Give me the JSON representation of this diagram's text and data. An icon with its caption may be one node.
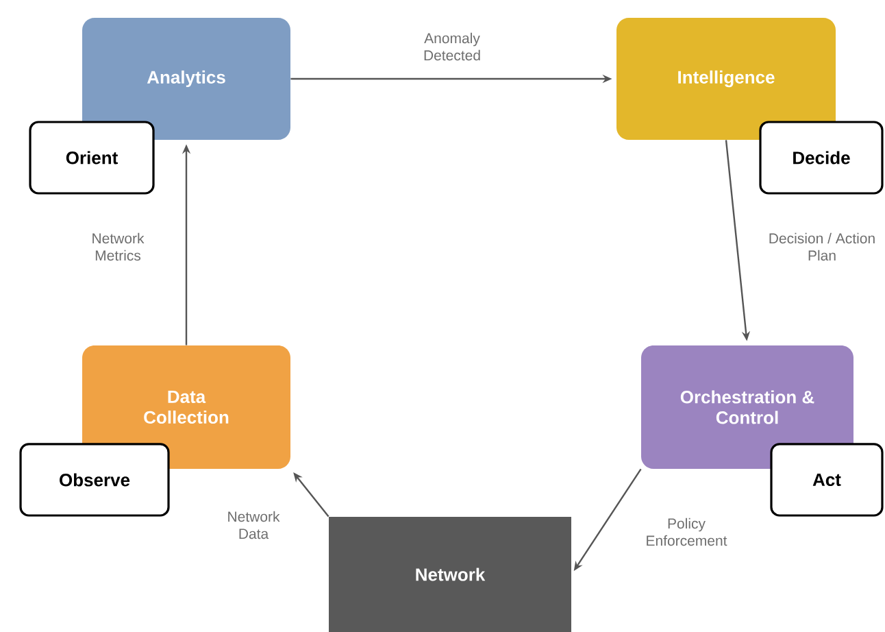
{
  "diagram": {
    "nodes": [
      {
        "text": [
          "Analytics"
        ]
      },
      {
        "text": [
          "Orient"
        ]
      },
      {
        "text": [
          "Intelligence"
        ]
      },
      {
        "text": [
          "Decide"
        ]
      },
      {
        "text": [
          "Data Collection"
        ]
      },
      {
        "text": [
          "Observe"
        ]
      },
      {
        "text": [
          "Orchestration & Control"
        ]
      },
      {
        "text": [
          "Act"
        ]
      },
      {
        "text": [
          "Network"
        ]
      }
    ],
    "edges": [
      {
        "from": 0,
        "to": 2,
        "arrow": "to",
        "label": "Anomaly Detected"
      },
      {
        "from": 2,
        "to": 6,
        "arrow": "to",
        "label": "Decision / Action Plan"
      },
      {
        "from": 6,
        "to": 8,
        "arrow": "to",
        "label": "Policy Enforcement"
      },
      {
        "from": 8,
        "to": 4,
        "arrow": "to",
        "label": "Network Data"
      },
      {
        "from": 4,
        "to": 0,
        "arrow": "to",
        "label": "Network Metrics"
      }
    ]
  }
}
